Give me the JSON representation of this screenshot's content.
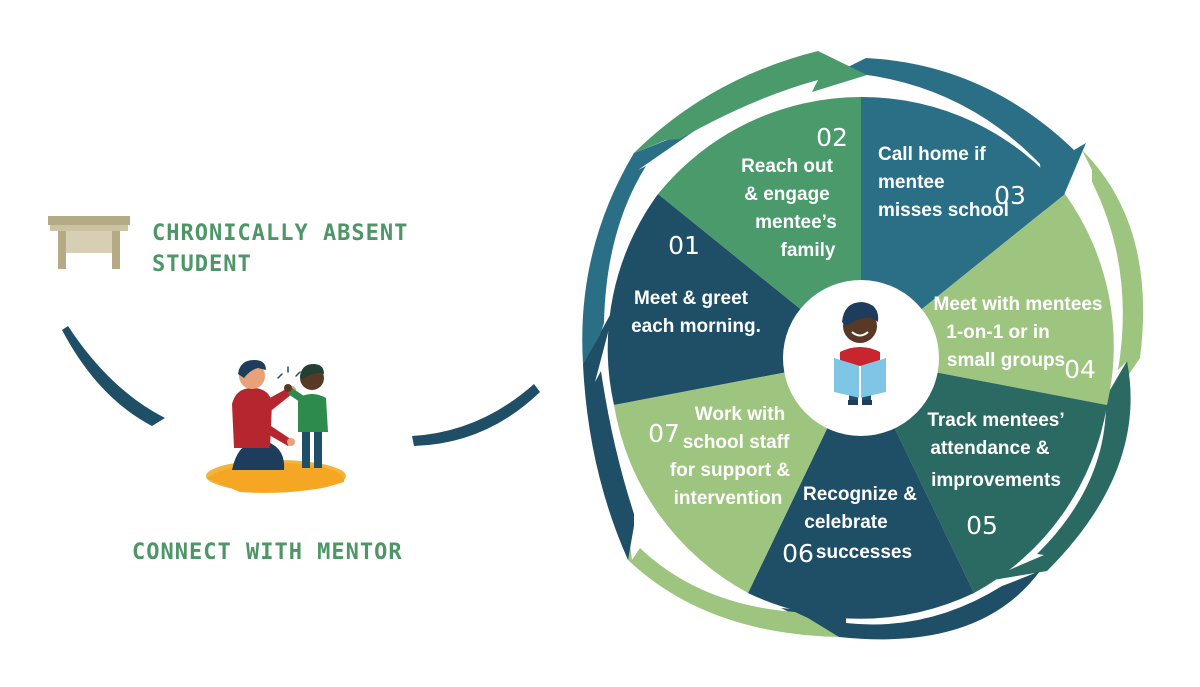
{
  "labels": {
    "absent_line1": "CHRONICALLY ABSENT",
    "absent_line2": "STUDENT",
    "connect": "CONNECT WITH MENTOR"
  },
  "colors": {
    "dark_teal": "#1e4f66",
    "teal_blue": "#2b6f86",
    "mid_green": "#4a9a6c",
    "light_green": "#9ec57f",
    "forest_teal": "#2a6a62",
    "heading_green": "#4e9568",
    "desk": "#b5aa86"
  },
  "cycle": {
    "steps": [
      {
        "number": "01",
        "lines": [
          "Meet & greet",
          "each morning."
        ]
      },
      {
        "number": "02",
        "lines": [
          "Reach out",
          "& engage",
          "mentee’s",
          "family"
        ]
      },
      {
        "number": "03",
        "lines": [
          "Call home if",
          "mentee",
          "misses school"
        ]
      },
      {
        "number": "04",
        "lines": [
          "Meet with mentees",
          "1-on-1 or in",
          "small groups"
        ]
      },
      {
        "number": "05",
        "lines": [
          "Track mentees’",
          "attendance &",
          "improvements"
        ]
      },
      {
        "number": "06",
        "lines": [
          "Recognize &",
          "celebrate",
          "successes"
        ]
      },
      {
        "number": "07",
        "lines": [
          "Work with",
          "school staff",
          "for support &",
          "intervention"
        ]
      }
    ]
  }
}
